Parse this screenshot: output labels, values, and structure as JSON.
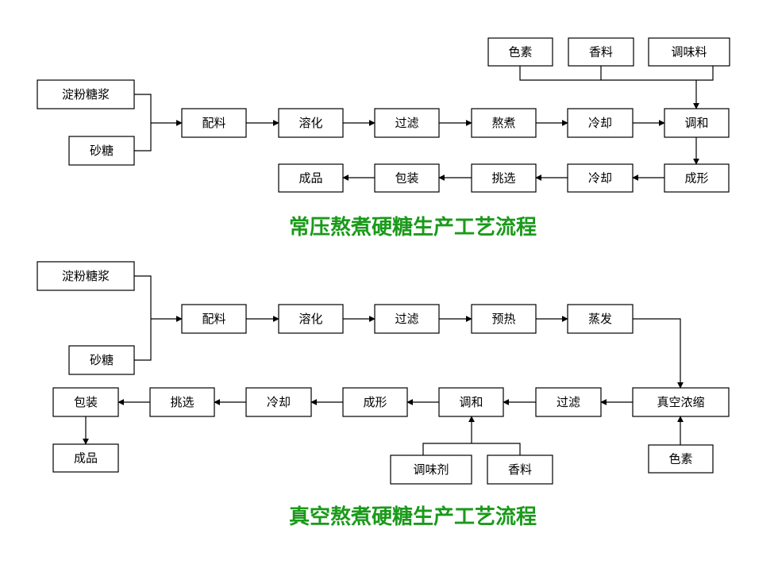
{
  "title_color": "#1a9a1a",
  "diagram1": {
    "title": "常压熬煮硬糖生产工艺流程",
    "boxes": {
      "starch_syrup": "淀粉糖浆",
      "sugar": "砂糖",
      "batching": "配料",
      "dissolve": "溶化",
      "filter": "过滤",
      "boil": "熬煮",
      "cool1": "冷却",
      "color": "色素",
      "flavor": "香料",
      "seasoning": "调味料",
      "mix": "调和",
      "shape": "成形",
      "cool2": "冷却",
      "select": "挑选",
      "pack": "包装",
      "product": "成品"
    }
  },
  "diagram2": {
    "title": "真空熬煮硬糖生产工艺流程",
    "boxes": {
      "starch_syrup": "淀粉糖浆",
      "sugar": "砂糖",
      "batching": "配料",
      "dissolve": "溶化",
      "filter1": "过滤",
      "preheat": "预热",
      "evaporate": "蒸发",
      "vacuum": "真空浓缩",
      "color": "色素",
      "filter2": "过滤",
      "mix": "调和",
      "seasoning": "调味剂",
      "flavor": "香料",
      "shape": "成形",
      "cool": "冷却",
      "select": "挑选",
      "pack": "包装",
      "product": "成品"
    }
  }
}
